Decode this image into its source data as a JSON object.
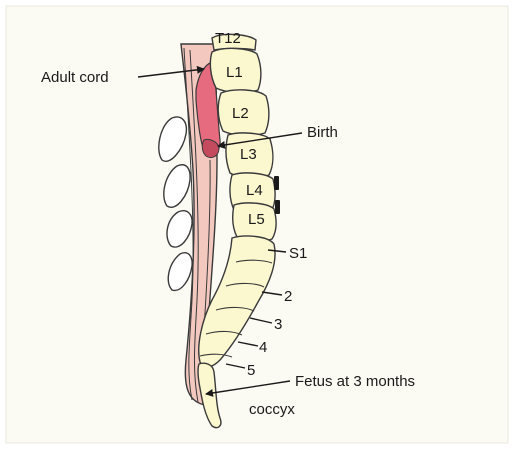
{
  "colors": {
    "background": "#ffffff",
    "panel": "#fbfaf3",
    "bone_fill": "#fbf7cf",
    "cord_fill": "#f3c8bf",
    "adult_cord_fill": "#e66b7e",
    "outline": "#3a3a3a"
  },
  "labels": {
    "t12": "T12",
    "l1": "L1",
    "l2": "L2",
    "l3": "L3",
    "l4": "L4",
    "l5": "L5",
    "s1": "S1",
    "s2": "2",
    "s3": "3",
    "s4": "4",
    "s5": "5",
    "adult_cord": "Adult cord",
    "birth": "Birth",
    "fetus": "Fetus at 3 months",
    "coccyx": "coccyx"
  }
}
